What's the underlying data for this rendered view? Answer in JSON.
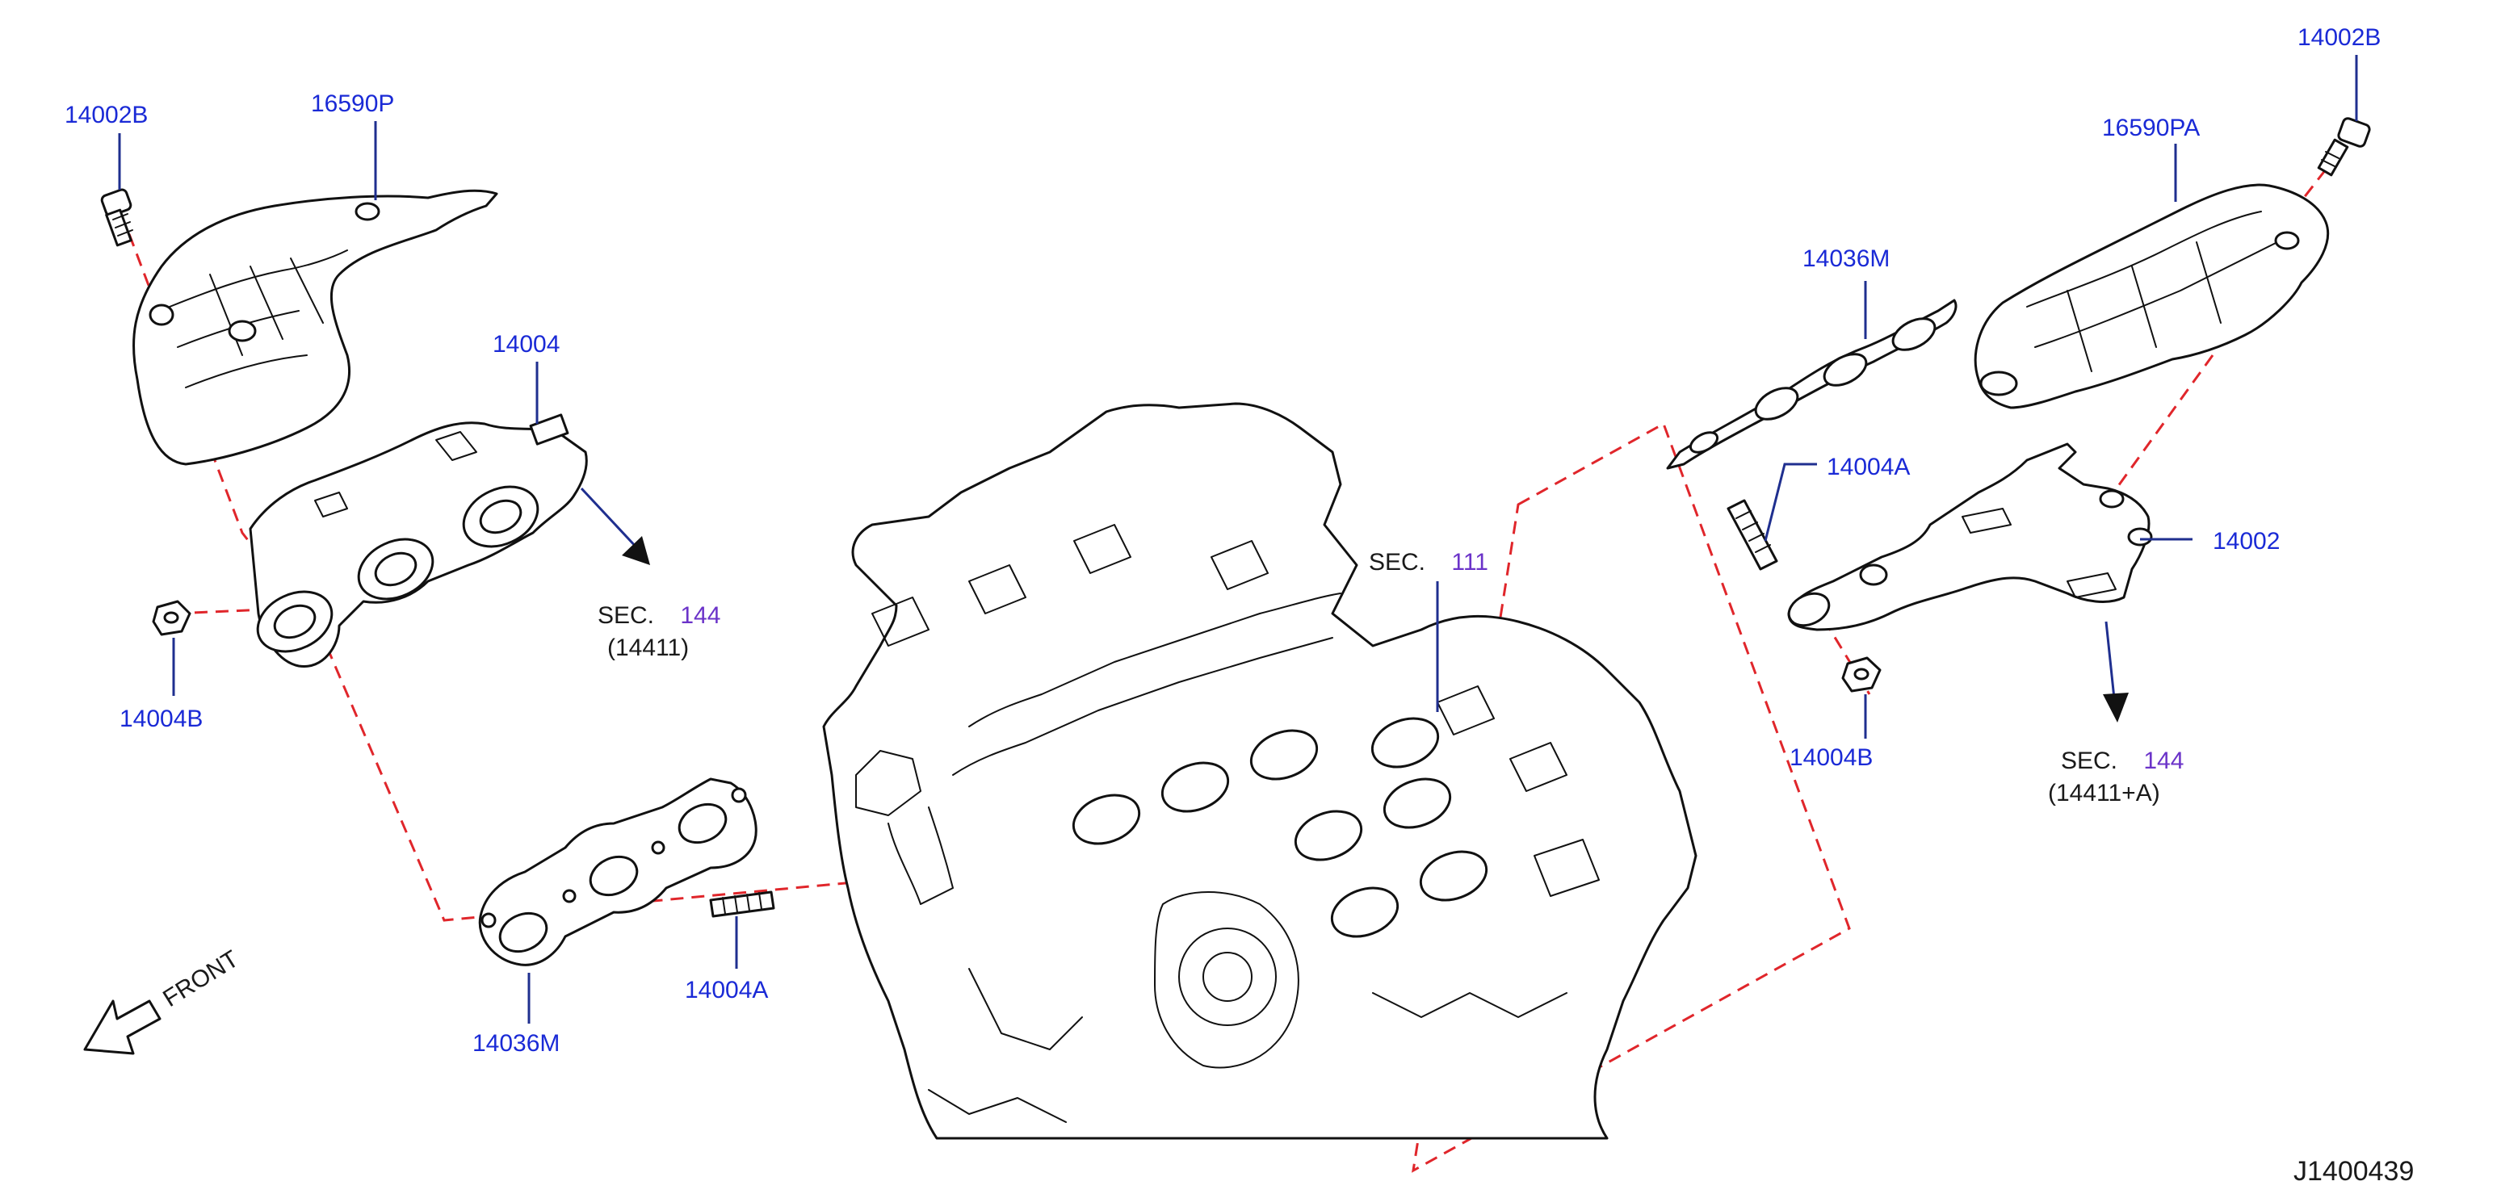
{
  "labels": {
    "bolt_left": "14002B",
    "heat_shield_left": "16590P",
    "manifold_left": "14004",
    "nut_left": "14004B",
    "gasket_left": "14036M",
    "stud_left": "14004A",
    "bolt_right": "14002B",
    "heat_shield_right": "16590PA",
    "gasket_right": "14036M",
    "stud_right": "14004A",
    "manifold_right": "14002",
    "nut_right": "14004B"
  },
  "section_refs": {
    "left": {
      "prefix": "SEC.",
      "code": "144",
      "sub": "(14411)"
    },
    "right": {
      "prefix": "SEC.",
      "code": "144",
      "sub": "(14411+A)"
    },
    "engine": {
      "prefix": "SEC.",
      "code": "111"
    }
  },
  "front_indicator": "FRONT",
  "diagram_id": "J1400439",
  "colors": {
    "part_number": "#1a2ad6",
    "section_code": "#6b33c9",
    "dashed_line": "#e0262b",
    "line_art": "#111111"
  }
}
